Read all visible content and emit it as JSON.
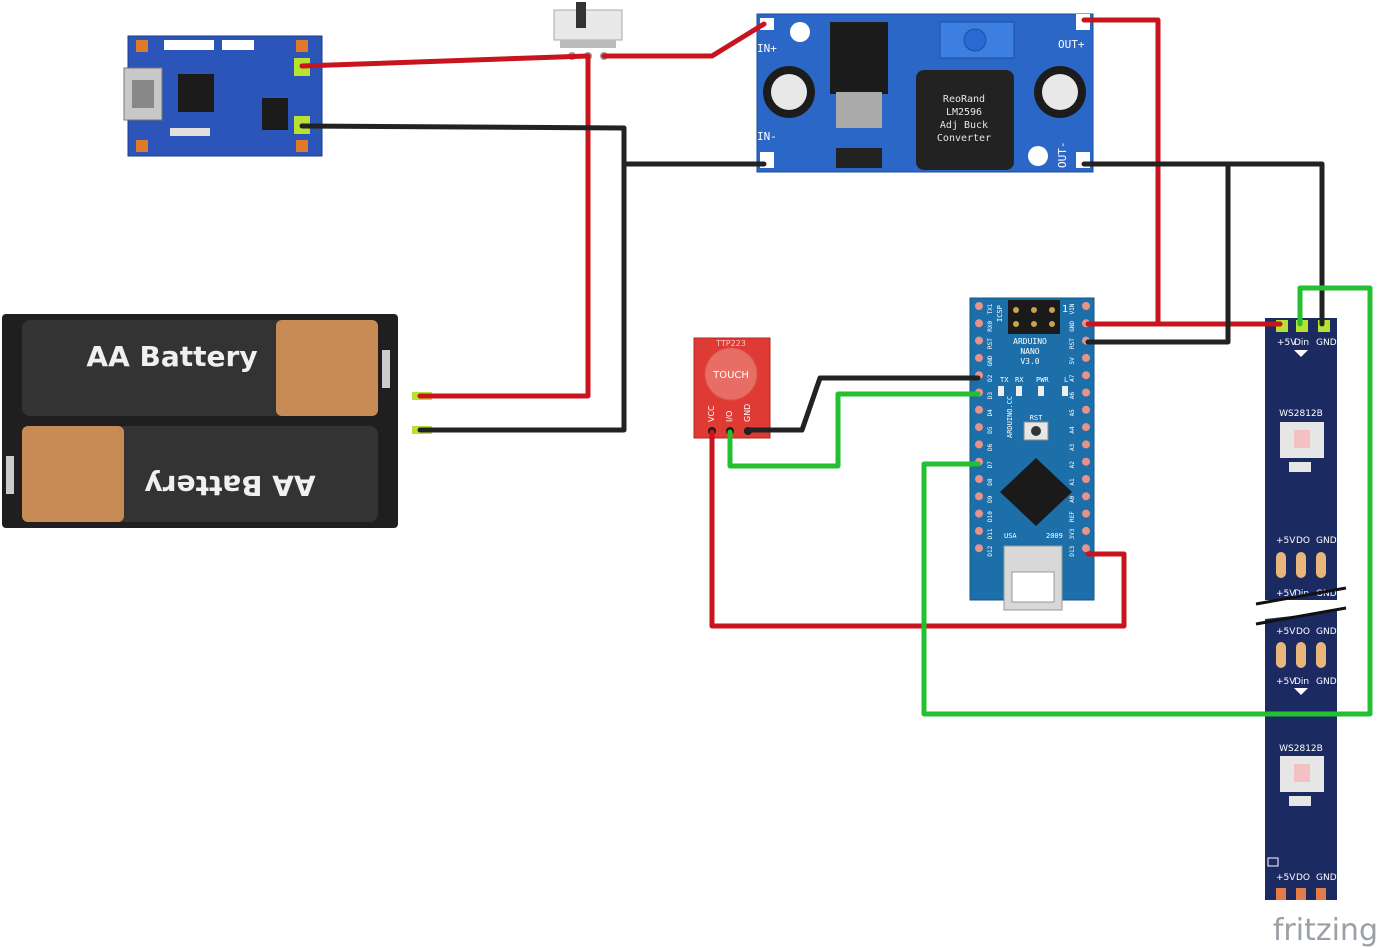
{
  "colors": {
    "wire_red": "#c8141e",
    "wire_black": "#222222",
    "wire_green": "#24c032",
    "pcb_blue": "#2b67c6",
    "nano_blue": "#1c6fa8",
    "strip_navy": "#1c2a62",
    "touch_red": "#e03a34",
    "battery_black": "#272727",
    "battery_copper": "#c98b56"
  },
  "charger": {
    "icon": "charger-board-icon"
  },
  "switch": {
    "icon": "slide-switch-icon"
  },
  "buck": {
    "label_lines": [
      "ReoRand",
      "LM2596",
      "Adj Buck",
      "Converter"
    ],
    "pins": {
      "in_plus": "IN+",
      "in_minus": "IN-",
      "out_plus": "OUT+",
      "out_minus": "OUT-"
    }
  },
  "battery": {
    "label_top": "AA Battery",
    "label_bottom": "AA Battery"
  },
  "touch": {
    "title": "TTP223",
    "pad": "TOUCH",
    "pins": [
      "VCC",
      "I/O",
      "GND"
    ]
  },
  "nano": {
    "title_lines": [
      "ARDUINO",
      "NANO",
      "V3.0"
    ],
    "icsp": "ICSP",
    "one": "1",
    "vertical": "ARDUINO.CC",
    "leds": [
      "TX",
      "RX",
      "PWR",
      "L"
    ],
    "rst": "RST",
    "usa": "USA",
    "year": "2009",
    "left_pins": [
      "TX1",
      "RX0",
      "RST",
      "GND",
      "D2",
      "D3",
      "D4",
      "D5",
      "D6",
      "D7",
      "D8",
      "D9",
      "D10",
      "D11",
      "D12"
    ],
    "right_pins": [
      "VIN",
      "GND",
      "RST",
      "5V",
      "A7",
      "A6",
      "A5",
      "A4",
      "A3",
      "A2",
      "A1",
      "A0",
      "REF",
      "3V3",
      "D13"
    ]
  },
  "strip": {
    "chip": "WS2812B",
    "header": [
      "+5V",
      "Din",
      "GND"
    ],
    "mid_top": [
      "+5V",
      "DO",
      "GND"
    ],
    "mid_bottom": [
      "+5V",
      "Din",
      "GND"
    ],
    "mid_top2": [
      "+5V",
      "DO",
      "GND"
    ],
    "mid_bottom2": [
      "+5V",
      "Din",
      "GND"
    ],
    "chip2": "WS2812B",
    "footer": [
      "+5V",
      "DO",
      "GND"
    ]
  },
  "brand": "fritzing"
}
